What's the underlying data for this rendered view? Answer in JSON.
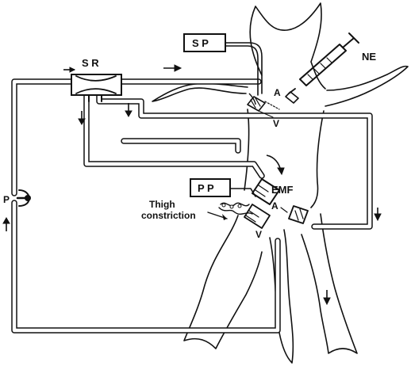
{
  "labels": {
    "sr": "S R",
    "sp": "S P",
    "pp": "P P",
    "ne": "NE",
    "p": "P",
    "emf": "EMF",
    "artery_top": "A",
    "vein_top": "V",
    "artery_bottom": "A",
    "vein_bottom": "V",
    "thigh_line1": "Thigh",
    "thigh_line2": "constriction"
  },
  "colors": {
    "ink": "#111111",
    "background": "#ffffff"
  }
}
